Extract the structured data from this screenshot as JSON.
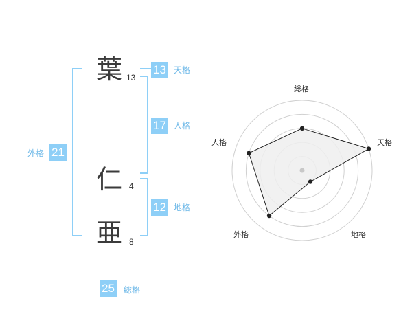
{
  "name": {
    "chars": [
      {
        "char": "葉",
        "strokes": "13"
      },
      {
        "char": "仁",
        "strokes": "4"
      },
      {
        "char": "亜",
        "strokes": "8"
      }
    ]
  },
  "fortunes": {
    "tenkaku": {
      "value": "13",
      "label": "天格"
    },
    "jinkaku": {
      "value": "17",
      "label": "人格"
    },
    "chikaku": {
      "value": "12",
      "label": "地格"
    },
    "gaikaku": {
      "value": "21",
      "label": "外格"
    },
    "soukaku": {
      "value": "25",
      "label": "総格"
    }
  },
  "chart_data": {
    "type": "radar",
    "categories": [
      "総格",
      "天格",
      "地格",
      "外格",
      "人格"
    ],
    "values": [
      3,
      5,
      1,
      4,
      4
    ],
    "rmax": 5,
    "grid": true,
    "colors": {
      "fill": "#efefef",
      "line": "#222222",
      "grid": "#d0d0d0",
      "center": "#c8c8c8"
    }
  }
}
